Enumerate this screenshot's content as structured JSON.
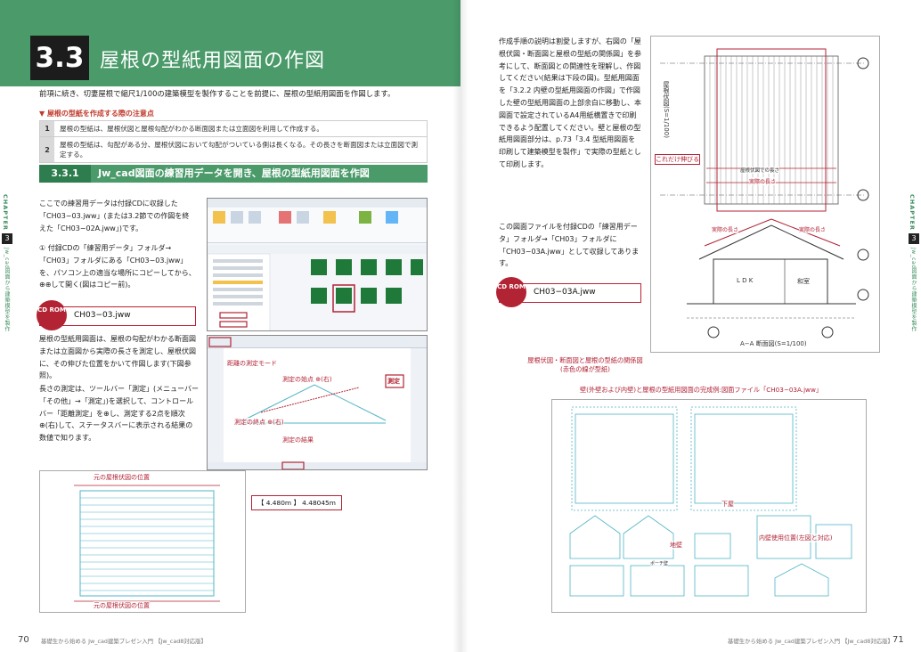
{
  "left_page": {
    "section_number": "3.3",
    "section_title": "屋根の型紙用図面の作図",
    "lead": "前項に続き、切妻屋根で縮尺1/100の建築模型を製作することを前提に、屋根の型紙用図面を作図します。",
    "notes_heading": "▼ 屋根の型紙を作成する際の注意点",
    "notes": [
      {
        "num": "1",
        "text": "屋根の型紙は、屋根伏図と屋根勾配がわかる断面図または立面図を利用して作成する。"
      },
      {
        "num": "2",
        "text": "屋根の型紙は、勾配がある分、屋根伏図において勾配がついている側は長くなる。その長さを断面図または立面図で測定する。"
      }
    ],
    "subsection_number": "3.3.1",
    "subsection_title": "Jw_cad図面の練習用データを開き、屋根の型紙用図面を作図",
    "para1": "ここでの練習用データは付録CDに収録した「CH03−03.jww」(または3.2節での作図を終えた「CH03−02A.jww」)です。",
    "step1": "① 付録CDの「練習用データ」フォルダ→「CH03」フォルダにある「CH03−03.jww」を、パソコン上の適当な場所にコピーしてから、⊕⊕して開く(図はコピー前)。",
    "cd_label": "CD ROM",
    "cd_file": "CH03−03.jww",
    "para2": "屋根の型紙用図面は、屋根の勾配がわかる断面図または立面図から実際の長さを測定し、屋根伏図に、その伸びた位置をかいて作図します(下図参照)。",
    "para3": "長さの測定は、ツールバー「測定」(メニューバー「その他」→「測定」)を選択して、コントロールバー「距離測定」を⊕し、測定する2点を順次⊕(右)して、ステータスバーに表示される結果の数値で知ります。",
    "anno_mode": "距離の測定モード",
    "anno_start": "測定の始点 ⊕(右)",
    "anno_end": "測定の終点 ⊕(右)",
    "anno_result": "測定の結果",
    "anno_tool": "測定",
    "status_value": "【 4.480m 】 4.48045m",
    "roof_top_label": "元の屋根伏図の位置",
    "roof_bottom_label": "元の屋根伏図の位置",
    "page_number": "70",
    "footer": "基礎生から始める Jw_cad建築プレゼン入門 【Jw_cad8対応版】",
    "side_chapter": "CHAPTER",
    "side_num": "3",
    "side_text": "Jw_cad図面から建築模型を製作"
  },
  "right_page": {
    "para1": "作成手順の説明は割愛しますが、右図の「屋根伏図・断面図と屋根の型紙の関係図」を参考にして、断面図との関連性を理解し、作図してください(結果は下段の図)。型紙用図面を「3.2.2 内壁の型紙用図面の作図」で作図した壁の型紙用図面の上部余白に移動し、本図面で設定されているA4用紙横置きで印刷できるよう配置してください。壁と屋根の型紙用図面部分は、p.73「3.4 型紙用図面を印刷して建築模型を製作」で実際の型紙として印刷します。",
    "para2": "この図面ファイルを付録CDの「練習用データ」フォルダ→「CH03」フォルダに「CH03−03A.jww」として収録してあります。",
    "cd_label": "CD ROM",
    "cd_file": "CH03−03A.jww",
    "diagram_caption": "屋根伏図・断面図と屋根の型紙の関係図\n(赤色の線が型紙)",
    "roof_plan_label": "屋根伏図(S=1/100)",
    "extend_label": "これだけ伸びる",
    "plan_length": "屋根伏図での長さ",
    "actual_length": "実際の長さ",
    "section_label": "A−A 断面図(S=1/100)",
    "room_ldk": "L D K",
    "room_washitsu": "和室",
    "bottom_caption": "壁(外壁および内壁)と屋根の型紙用図面の完成例:図面ファイル「CH03−03A.jww」",
    "lbl_shitakabe": "下屋",
    "lbl_naiheki": "内壁使用位置(左図と対応)",
    "lbl_jikabe": "地壁",
    "lbl_porch": "ポーチ壁",
    "page_number": "71",
    "footer": "基礎生から始める Jw_cad建築プレゼン入門 【Jw_cad8対応版】",
    "side_chapter": "CHAPTER",
    "side_num": "3",
    "side_text": "Jw_cad図面から建築模型を製作"
  },
  "colors": {
    "accent_green": "#4a9a6a",
    "accent_red": "#b22334",
    "drawing_cyan": "#4fb5c6"
  }
}
